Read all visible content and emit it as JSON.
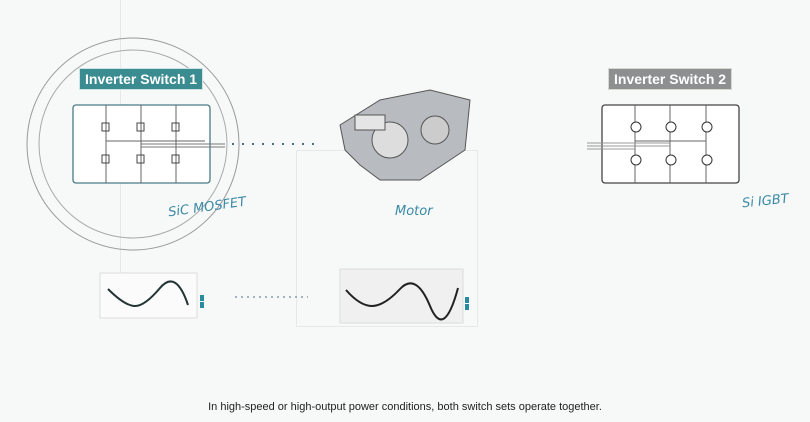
{
  "switch1": {
    "title": "Inverter Switch 1",
    "type": "SiC MOSFET"
  },
  "switch2": {
    "title": "Inverter Switch 2",
    "type": "Si IGBT"
  },
  "motor": {
    "label": "Motor"
  },
  "caption": "In high-speed or high-output power conditions, both switch sets operate together.",
  "colors": {
    "accent": "#3b8c91",
    "gray": "#8d8f90",
    "hand": "#3a8aa6"
  }
}
